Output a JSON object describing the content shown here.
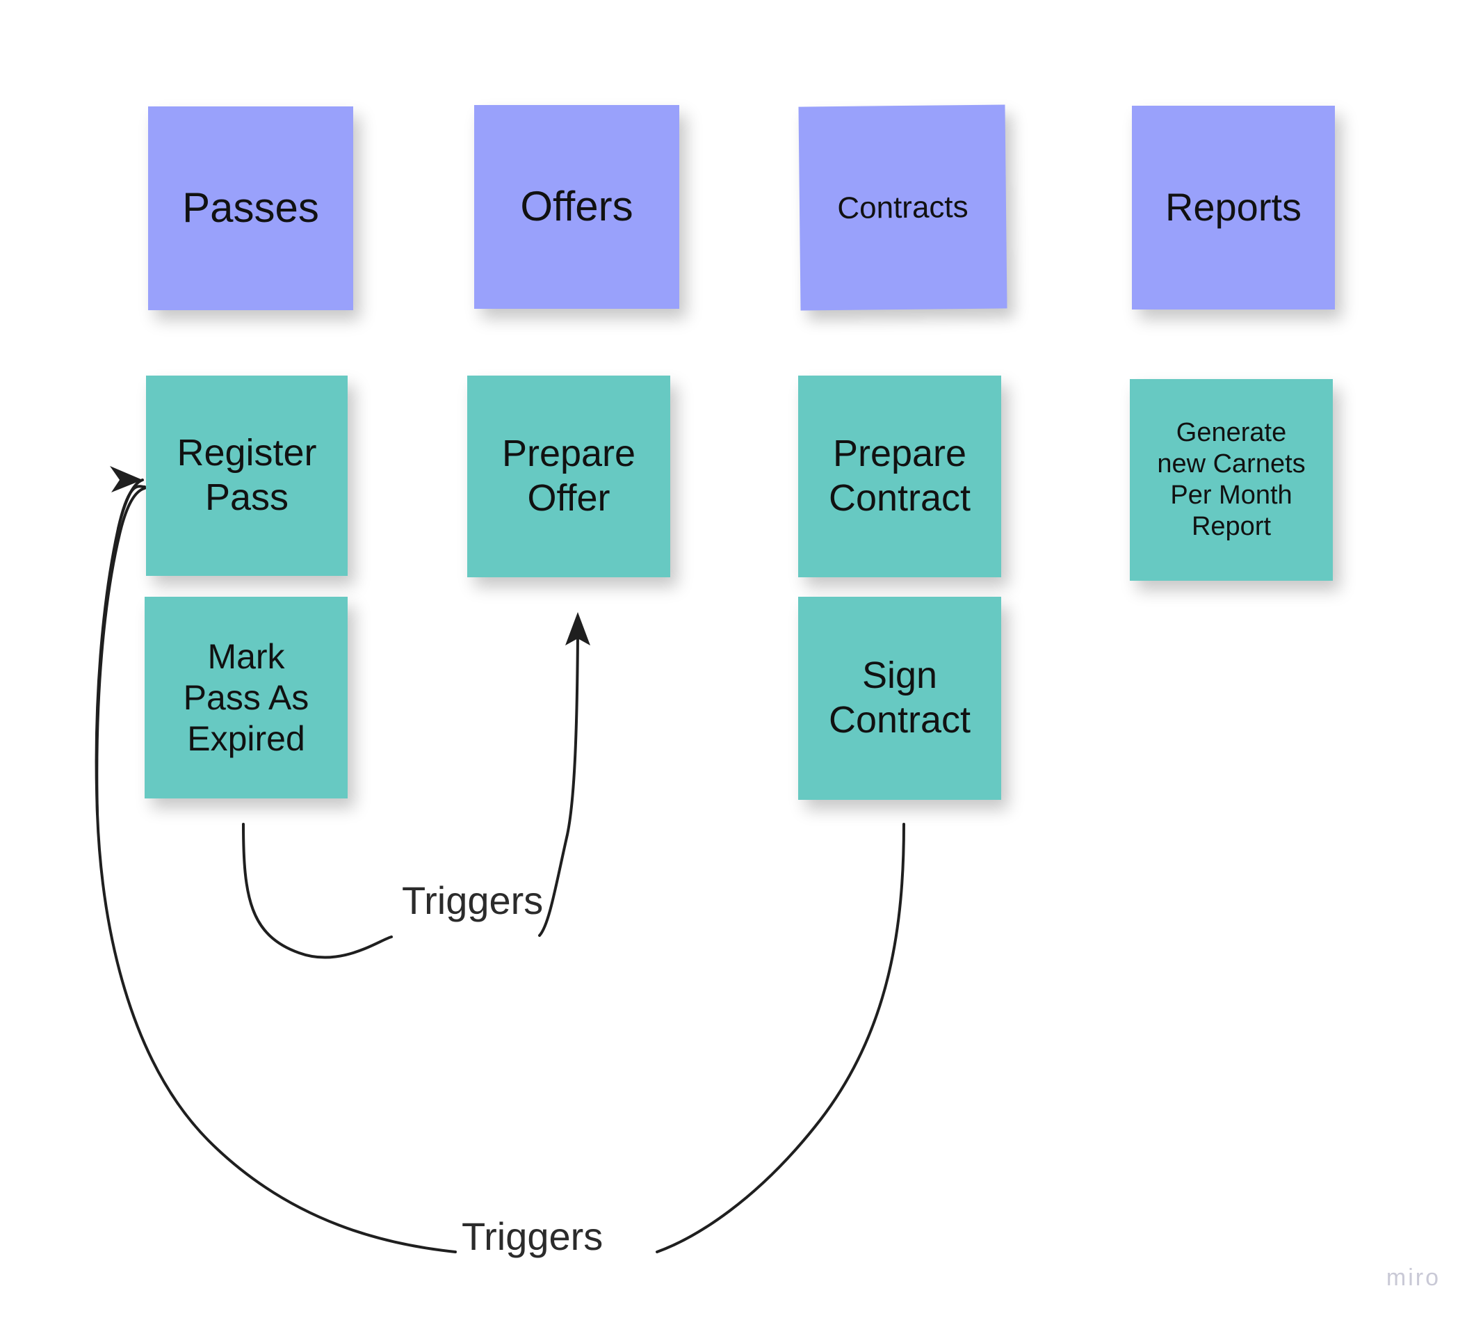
{
  "board": {
    "background_color": "#ffffff",
    "watermark": "miro"
  },
  "palette": {
    "category_note": "#99a1fb",
    "action_note": "#67c9c2",
    "note_text": "#111111",
    "connector_stroke": "#1f1f1f",
    "connector_label_text": "#2b2b2b",
    "watermark_text": "#c9c9d6"
  },
  "columns": [
    {
      "category": "Passes",
      "actions": [
        "Register\nPass",
        "Mark\nPass As\nExpired"
      ]
    },
    {
      "category": "Offers",
      "actions": [
        "Prepare\nOffer"
      ]
    },
    {
      "category": "Contracts",
      "actions": [
        "Prepare\nContract",
        "Sign\nContract"
      ]
    },
    {
      "category": "Reports",
      "actions": [
        "Generate\nnew Carnets\nPer Month\nReport"
      ]
    }
  ],
  "notes": {
    "passes": "Passes",
    "offers": "Offers",
    "contracts": "Contracts",
    "reports": "Reports",
    "register_pass": "Register\nPass",
    "mark_pass_expired": "Mark\nPass As\nExpired",
    "prepare_offer": "Prepare\nOffer",
    "prepare_contract": "Prepare\nContract",
    "sign_contract": "Sign\nContract",
    "generate_report": "Generate\nnew Carnets\nPer Month\nReport"
  },
  "connectors": [
    {
      "id": "mark-pass-expired-triggers-prepare-offer",
      "label": "Triggers",
      "from": "Mark Pass As Expired",
      "to": "Prepare Offer",
      "arrow_direction": "up"
    },
    {
      "id": "sign-contract-triggers-register-pass",
      "label": "Triggers",
      "from": "Sign Contract",
      "to": "Register Pass",
      "arrow_direction": "right"
    }
  ],
  "connector_labels": {
    "triggers_offer": "Triggers",
    "triggers_register": "Triggers"
  }
}
